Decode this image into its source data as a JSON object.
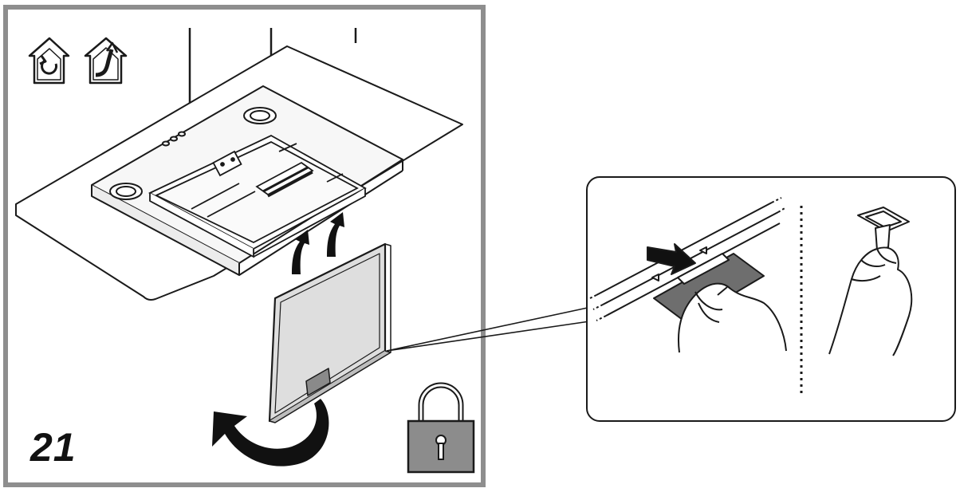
{
  "figure": {
    "step_number": "21",
    "mode_icons": [
      "recirculation-mode-icon",
      "ducted-exhaust-mode-icon"
    ],
    "lock_icon": "padlock-icon",
    "colors": {
      "frame": "#8e8e8e",
      "line": "#1a1a1a",
      "filter_fill": "#dedede",
      "filter_tab": "#8a8a8a",
      "padlock_body": "#8c8c8c",
      "latch_plate": "#6e6e6e",
      "arrow_fill": "#111111"
    },
    "detail_panels": [
      "press-latch-detail",
      "pull-tab-detail"
    ]
  }
}
